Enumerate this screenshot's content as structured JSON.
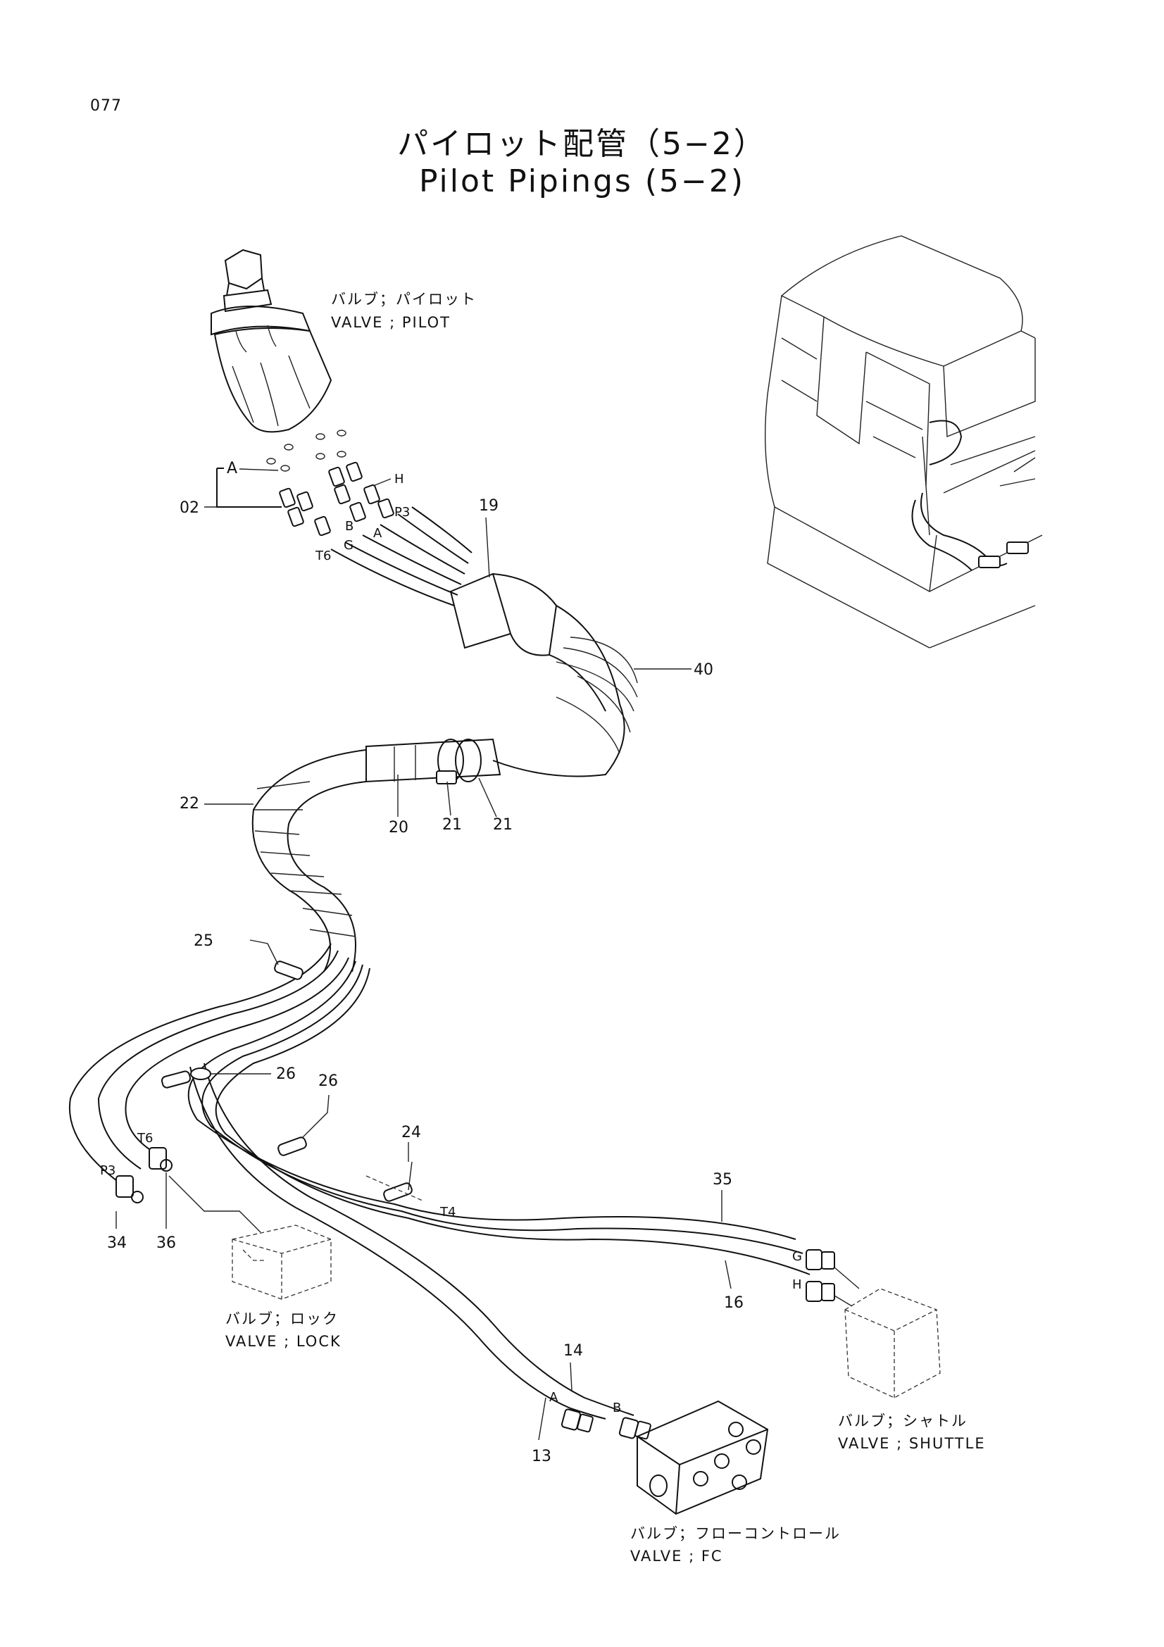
{
  "page_number": "077",
  "title_jp": "パイロット配管（5−2）",
  "title_en": "Pilot Pipings (5−2)",
  "components": {
    "pilot_valve": {
      "jp": "バルブ；パイロット",
      "en": "VALVE ; PILOT"
    },
    "lock_valve": {
      "jp": "バルブ；ロック",
      "en": "VALVE ; LOCK"
    },
    "shuttle_valve": {
      "jp": "バルブ；シャトル",
      "en": "VALVE ; SHUTTLE"
    },
    "fc_valve": {
      "jp": "バルブ；フローコントロール",
      "en": "VALVE ; FC"
    }
  },
  "part_numbers": {
    "p02": "02",
    "p19": "19",
    "p40": "40",
    "p22": "22",
    "p20": "20",
    "p21a": "21",
    "p21b": "21",
    "p25": "25",
    "p26a": "26",
    "p26b": "26",
    "p24": "24",
    "p35": "35",
    "p16": "16",
    "p34": "34",
    "p36": "36",
    "p14": "14",
    "p13": "13"
  },
  "port_labels": {
    "A_top": "A",
    "H_top": "H",
    "P3_top": "P3",
    "B_top": "B",
    "A2_top": "A",
    "T6_top": "T6",
    "G_top": "G",
    "T6_bottom": "T6",
    "P3_bottom": "P3",
    "T4": "T4",
    "G_right": "G",
    "H_right": "H",
    "A_fc": "A",
    "B_fc": "B"
  }
}
